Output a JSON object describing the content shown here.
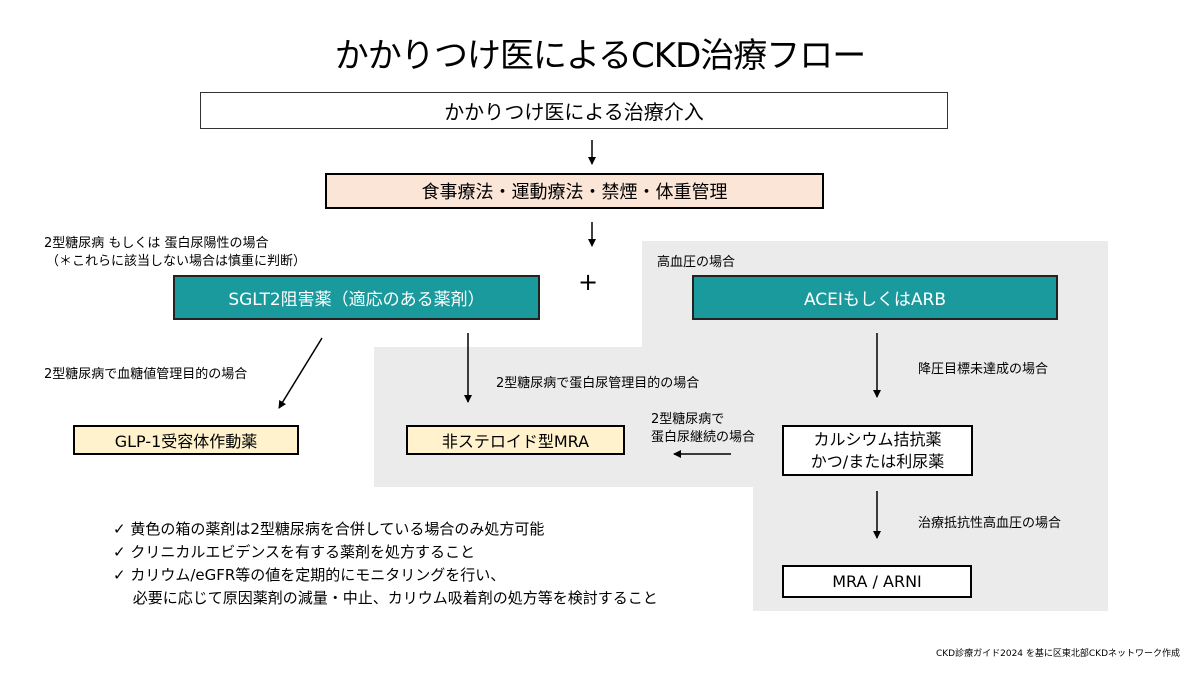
{
  "title": "かかりつけ医によるCKD治療フロー",
  "boxes": {
    "intervention": "かかりつけ医による治療介入",
    "lifestyle": "食事療法・運動療法・禁煙・体重管理",
    "sglt2": "SGLT2阻害薬（適応のある薬剤）",
    "acei_arb": "ACEIもしくはARB",
    "glp1": "GLP-1受容体作動薬",
    "ns_mra": "非ステロイド型MRA",
    "ca_line1": "カルシウム拮抗薬",
    "ca_line2": "かつ/または利尿薬",
    "mra_arni": "MRA / ARNI"
  },
  "labels": {
    "diabetes_line1": "2型糖尿病 もしくは 蛋白尿陽性の場合",
    "diabetes_line2": "（＊これらに該当しない場合は慎重に判断）",
    "hypertension": "高血圧の場合",
    "plus": "+",
    "glycemic": "2型糖尿病で血糖値管理目的の場合",
    "proteinuria": "2型糖尿病で蛋白尿管理目的の場合",
    "bp_unmet": "降圧目標未達成の場合",
    "persist_line1": "2型糖尿病で",
    "persist_line2": "蛋白尿継続の場合",
    "resistant": "治療抵抗性高血圧の場合"
  },
  "notes": [
    "✓ 黄色の箱の薬剤は2型糖尿病を合併している場合のみ処方可能",
    "✓ クリニカルエビデンスを有する薬剤を処方すること",
    "✓ カリウム/eGFR等の値を定期的にモニタリングを行い、",
    "　 必要に応じて原因薬剤の減量・中止、カリウム吸着剤の処方等を検討すること"
  ],
  "footer": "CKD診療ガイド2024 を基に区東北部CKDネットワーク作成",
  "colors": {
    "teal": "#1a9a9c",
    "yellow": "#fff2cc",
    "peach": "#fbe5d6",
    "shade": "#ebebeb"
  }
}
